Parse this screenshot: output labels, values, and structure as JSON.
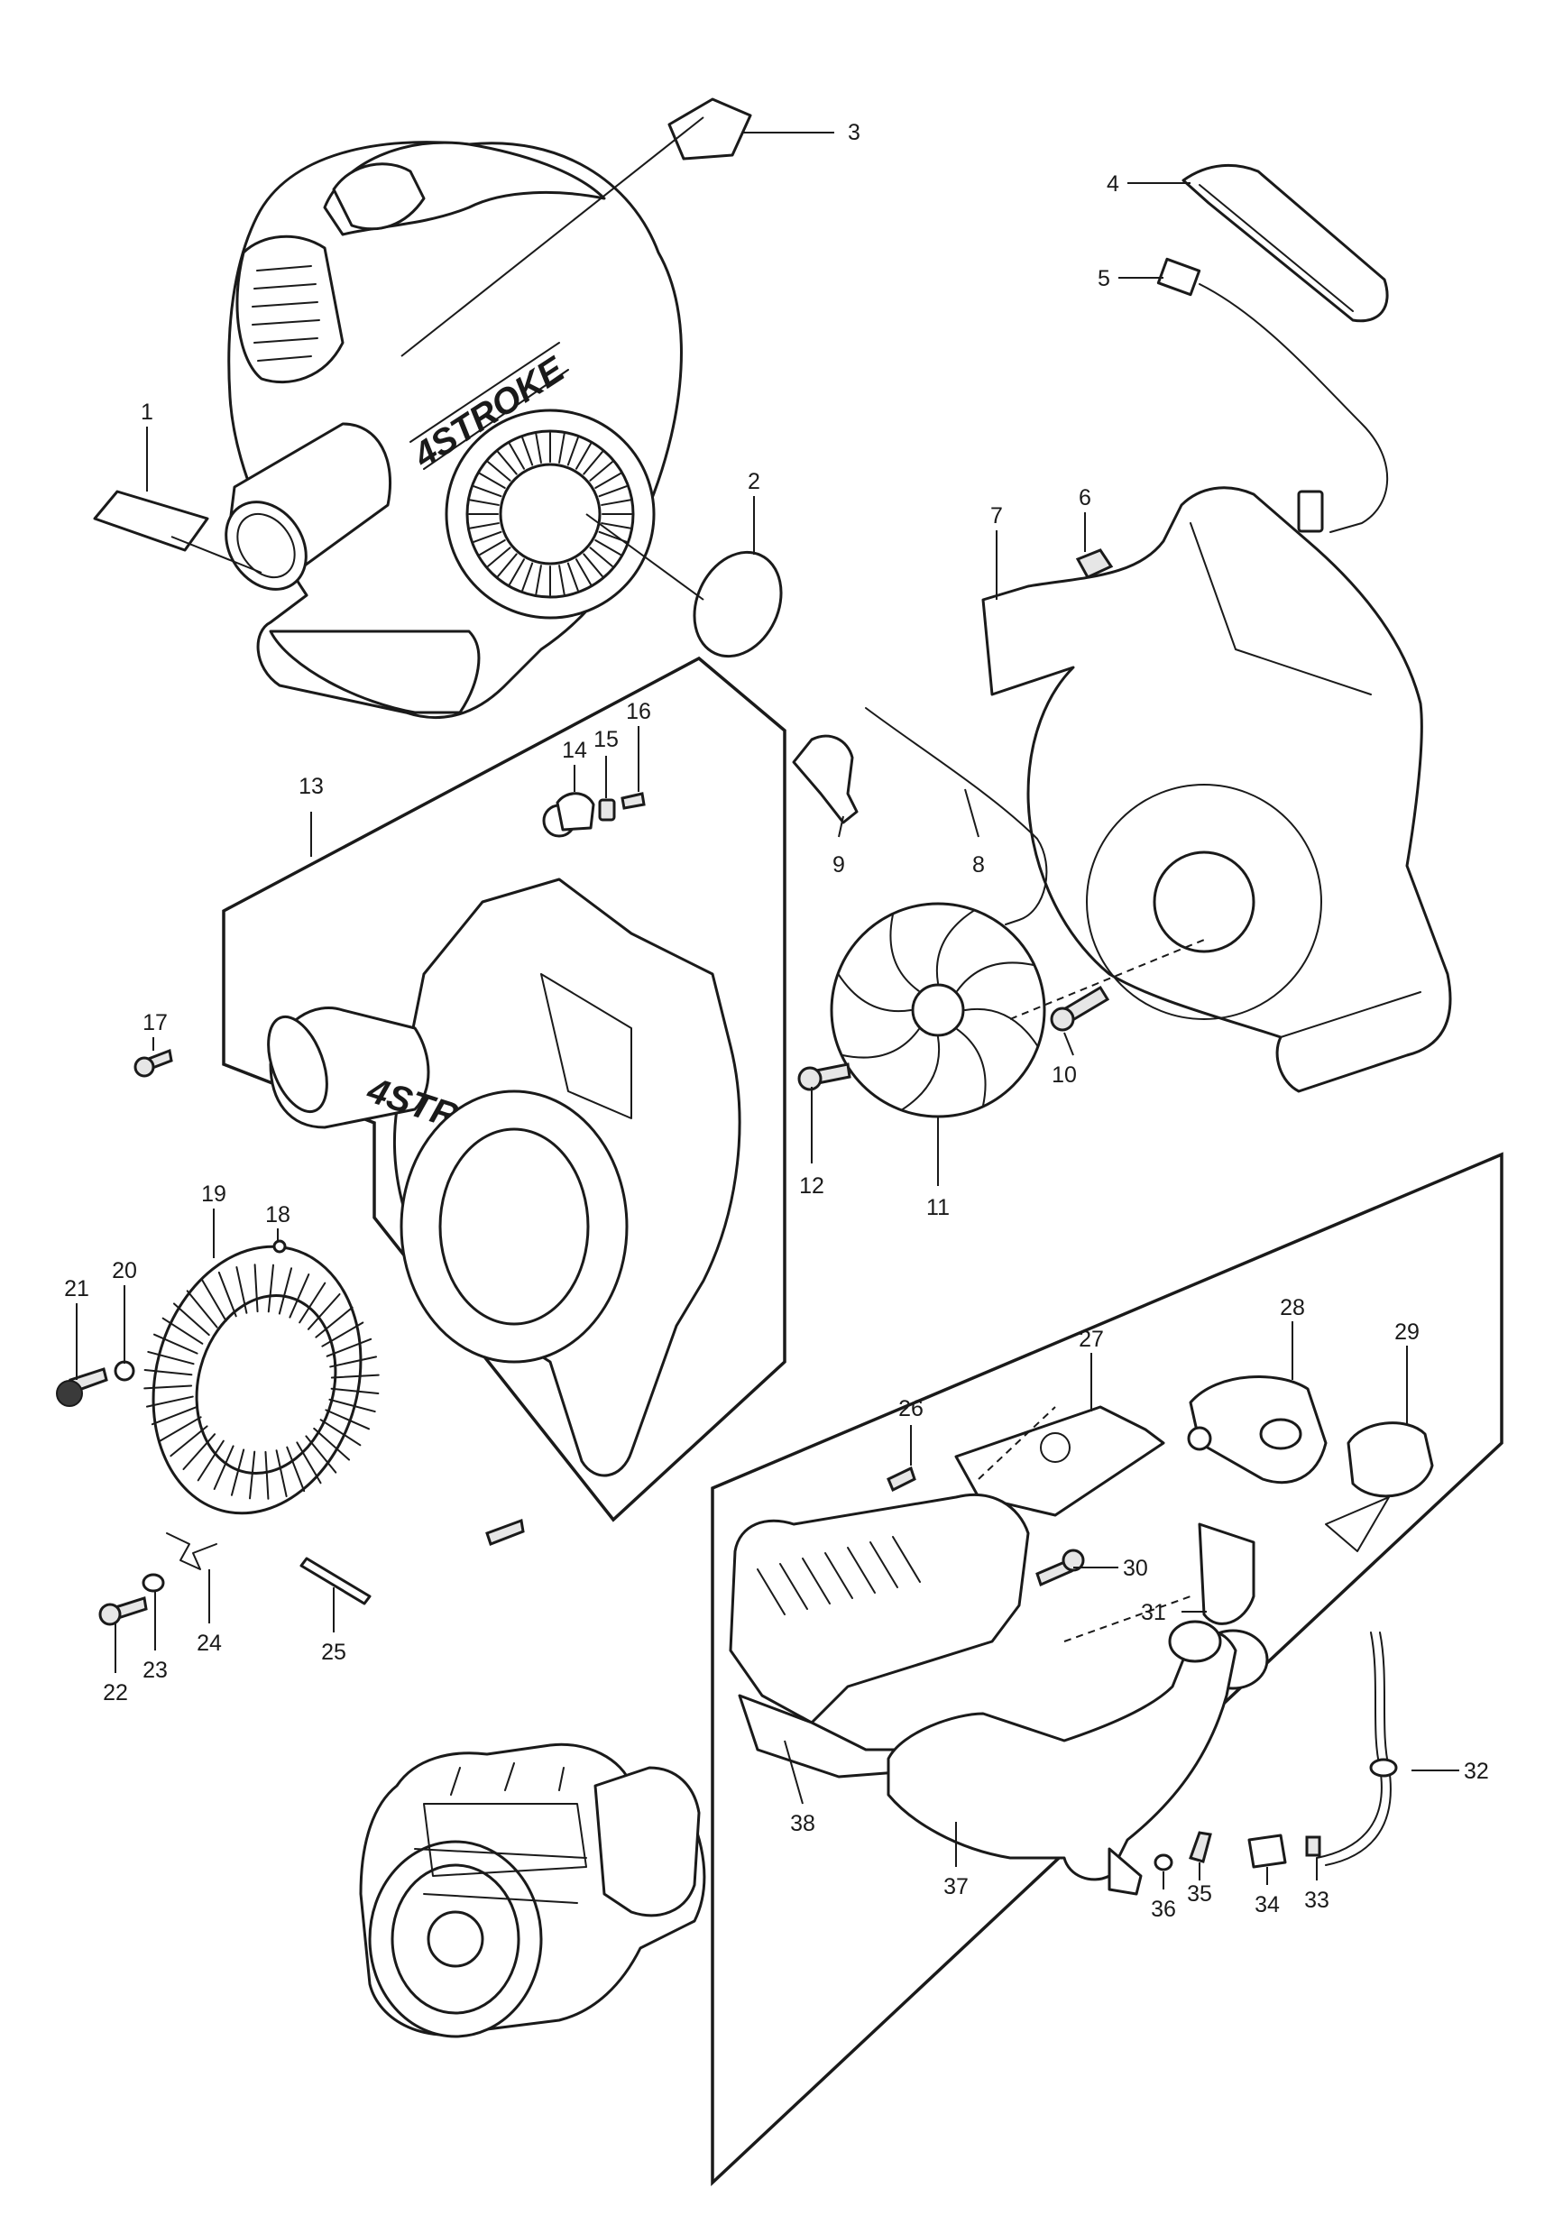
{
  "callouts": [
    {
      "id": "1",
      "label": "1"
    },
    {
      "id": "2",
      "label": "2"
    },
    {
      "id": "3",
      "label": "3"
    },
    {
      "id": "4",
      "label": "4"
    },
    {
      "id": "5",
      "label": "5"
    },
    {
      "id": "6",
      "label": "6"
    },
    {
      "id": "7",
      "label": "7"
    },
    {
      "id": "8",
      "label": "8"
    },
    {
      "id": "9",
      "label": "9"
    },
    {
      "id": "10",
      "label": "10"
    },
    {
      "id": "11",
      "label": "11"
    },
    {
      "id": "12",
      "label": "12"
    },
    {
      "id": "13",
      "label": "13"
    },
    {
      "id": "14",
      "label": "14"
    },
    {
      "id": "15",
      "label": "15"
    },
    {
      "id": "16",
      "label": "16"
    },
    {
      "id": "17",
      "label": "17"
    },
    {
      "id": "18",
      "label": "18"
    },
    {
      "id": "19",
      "label": "19"
    },
    {
      "id": "20",
      "label": "20"
    },
    {
      "id": "21",
      "label": "21"
    },
    {
      "id": "22",
      "label": "22"
    },
    {
      "id": "23",
      "label": "23"
    },
    {
      "id": "24",
      "label": "24"
    },
    {
      "id": "25",
      "label": "25"
    },
    {
      "id": "26",
      "label": "26"
    },
    {
      "id": "27",
      "label": "27"
    },
    {
      "id": "28",
      "label": "28"
    },
    {
      "id": "29",
      "label": "29"
    },
    {
      "id": "30",
      "label": "30"
    },
    {
      "id": "31",
      "label": "31"
    },
    {
      "id": "32",
      "label": "32"
    },
    {
      "id": "33",
      "label": "33"
    },
    {
      "id": "34",
      "label": "34"
    },
    {
      "id": "35",
      "label": "35"
    },
    {
      "id": "36",
      "label": "36"
    },
    {
      "id": "37",
      "label": "37"
    },
    {
      "id": "38",
      "label": "38"
    }
  ],
  "housing_logo_text": "4STROKE"
}
